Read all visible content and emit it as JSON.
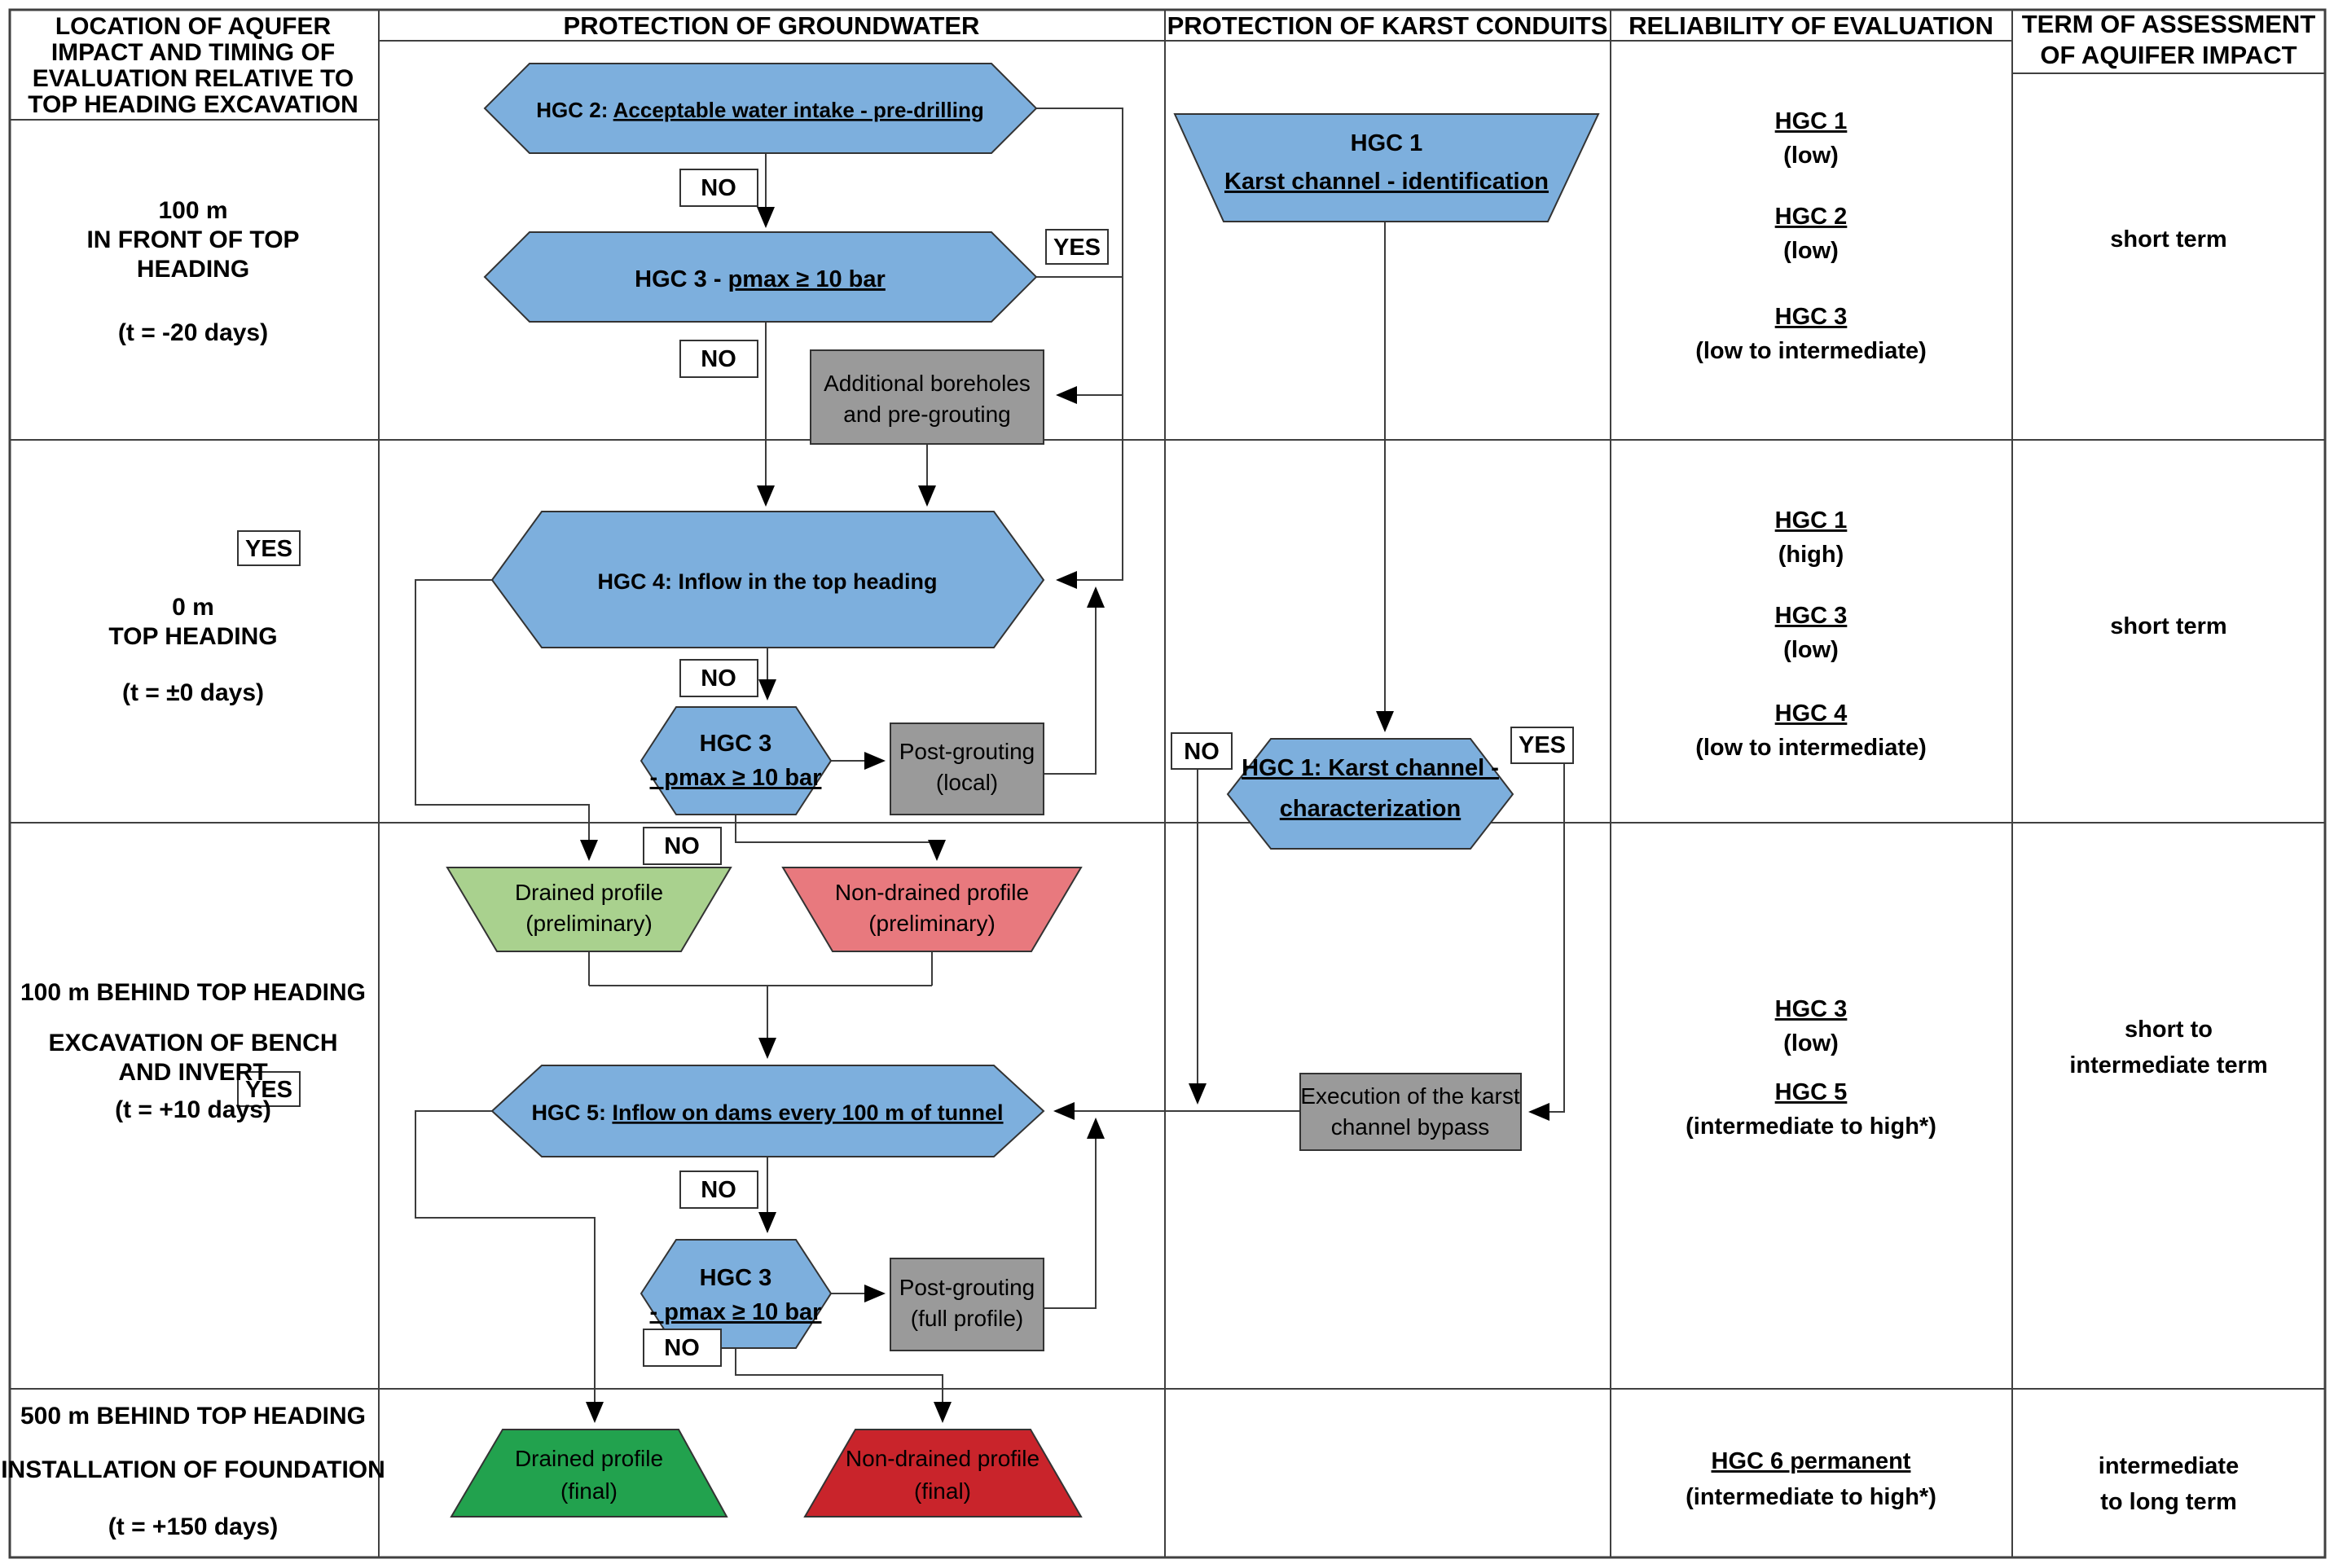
{
  "columns": {
    "location": [
      "LOCATION OF AQUFER",
      "IMPACT AND TIMING OF",
      "EVALUATION RELATIVE TO",
      "TOP HEADING EXCAVATION"
    ],
    "groundwater": "PROTECTION OF GROUNDWATER",
    "karst": "PROTECTION OF KARST CONDUITS",
    "reliability": "RELIABILITY OF EVALUATION",
    "term": [
      "TERM OF ASSESSMENT",
      "OF AQUIFER IMPACT"
    ]
  },
  "row_labels": {
    "r1": [
      "100 m",
      "IN FRONT OF TOP",
      "HEADING",
      "(t = -20 days)"
    ],
    "r2": [
      "0 m",
      "TOP HEADING",
      "(t = ±0 days)"
    ],
    "r3": [
      "100 m BEHIND TOP HEADING",
      "EXCAVATION OF BENCH",
      "AND INVERT",
      "(t = +10 days)"
    ],
    "r4": [
      "500 m BEHIND TOP HEADING",
      "INSTALLATION OF FOUNDATION",
      "(t = +150 days)"
    ]
  },
  "decisions": {
    "yes": "YES",
    "no": "NO"
  },
  "nodes": {
    "hgc2": {
      "prefix": "HGC 2: ",
      "main": "Acceptable water intake - pre-drilling"
    },
    "hgc3_r1": {
      "prefix": "HGC 3 - ",
      "main": "pmax ≥ 10 bar"
    },
    "additional_boreholes": [
      "Additional boreholes",
      "and pre-grouting"
    ],
    "hgc4": {
      "label": "HGC 4: Inflow in the top heading"
    },
    "hgc3_small": {
      "line1": "HGC 3",
      "line2": "- pmax ≥ 10 bar"
    },
    "post_grouting_local": [
      "Post-grouting",
      "(local)"
    ],
    "drained_prelim": [
      "Drained profile",
      "(preliminary)"
    ],
    "non_drained_prelim": [
      "Non-drained profile",
      "(preliminary)"
    ],
    "hgc5": {
      "prefix": "HGC 5: ",
      "main": "Inflow on dams every 100 m of tunnel"
    },
    "post_grouting_full": [
      "Post-grouting",
      "(full profile)"
    ],
    "drained_final": [
      "Drained profile",
      "(final)"
    ],
    "non_drained_final": [
      "Non-drained profile",
      "(final)"
    ],
    "hgc1_id": {
      "line1": "HGC 1",
      "line2": "Karst channel - identification"
    },
    "hgc1_char": {
      "line1": "HGC 1: Karst channel -",
      "line2": "characterization"
    },
    "karst_bypass": [
      "Execution of the karst",
      "channel bypass"
    ]
  },
  "reliability": {
    "r1": [
      {
        "name": "HGC 1",
        "level": "(low)"
      },
      {
        "name": "HGC 2",
        "level": "(low)"
      },
      {
        "name": "HGC 3",
        "level": "(low to intermediate)"
      }
    ],
    "r2": [
      {
        "name": "HGC 1",
        "level": "(high)"
      },
      {
        "name": "HGC 3",
        "level": "(low)"
      },
      {
        "name": "HGC 4",
        "level": "(low to intermediate)"
      }
    ],
    "r3": [
      {
        "name": "HGC 3",
        "level": "(low)"
      },
      {
        "name": "HGC 5",
        "level": "(intermediate to high*)"
      }
    ],
    "r4": [
      {
        "name": "HGC 6 permanent",
        "level": "(intermediate to high*)"
      }
    ]
  },
  "term": {
    "r1": [
      "short term"
    ],
    "r2": [
      "short term"
    ],
    "r3": [
      "short to",
      "intermediate term"
    ],
    "r4": [
      "intermediate",
      "to long term"
    ]
  },
  "colors": {
    "node_blue": "#7dafdd",
    "box_gray": "#9a9a9a",
    "green_light": "#a9d18e",
    "red_light": "#e8797e",
    "green_final": "#22a24e",
    "red_final": "#c9242b"
  }
}
